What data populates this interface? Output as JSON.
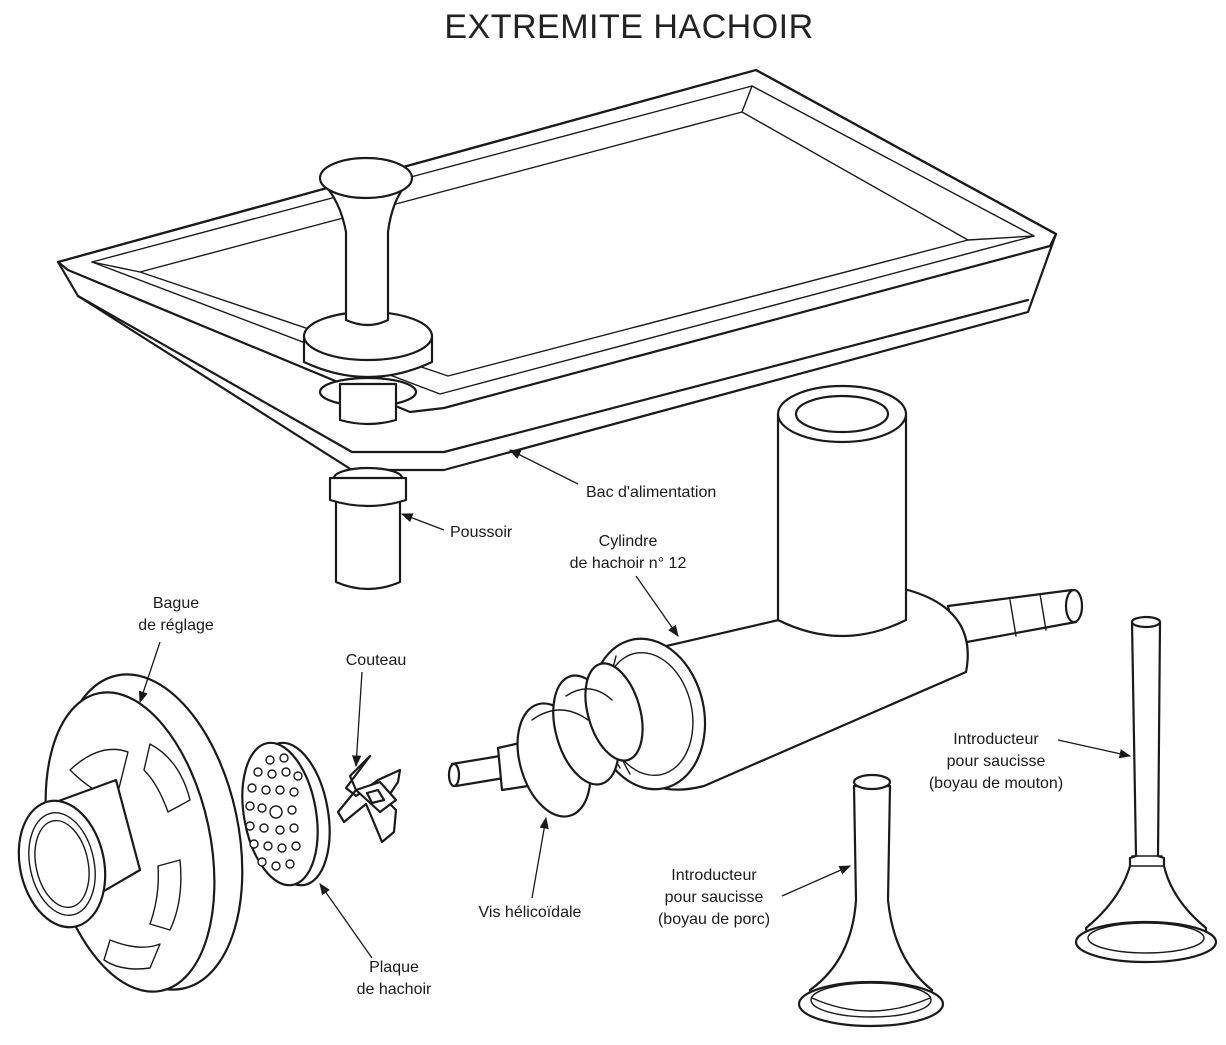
{
  "title": "EXTREMITE HACHOIR",
  "labels": {
    "feed_tray": "Bac d'alimentation",
    "pusher": "Poussoir",
    "cylinder_line1": "Cylindre",
    "cylinder_line2": "de hachoir n° 12",
    "ring_line1": "Bague",
    "ring_line2": "de réglage",
    "knife": "Couteau",
    "screw": "Vis hélicoïdale",
    "plate_line1": "Plaque",
    "plate_line2": "de hachoir",
    "stuffer_large_line1": "Introducteur",
    "stuffer_large_line2": "pour saucisse",
    "stuffer_large_line3": "(boyau de porc)",
    "stuffer_small_line1": "Introducteur",
    "stuffer_small_line2": "pour saucisse",
    "stuffer_small_line3": "(boyau de mouton)"
  }
}
